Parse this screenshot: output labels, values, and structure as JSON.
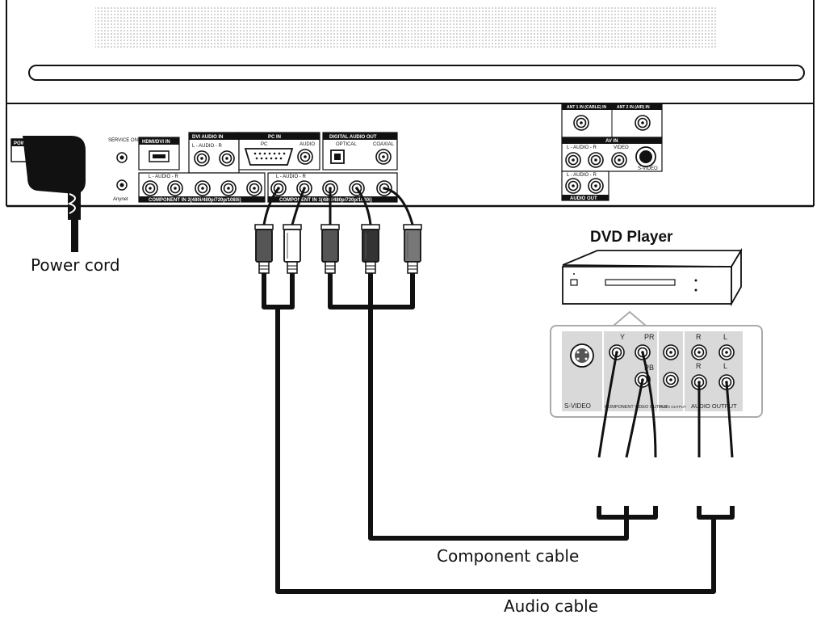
{
  "labels": {
    "power_cord": "Power cord",
    "dvd_player": "DVD Player",
    "component_cable": "Component cable",
    "audio_cable": "Audio cable"
  },
  "tv_panel": {
    "power_in": "POWER IN",
    "service_only": "SERVICE ONLY",
    "anynet": "Anynet",
    "hdmi_dvi_in": "HDMI/DVI IN",
    "dvi_audio_in": "DVI AUDIO IN",
    "audio_lr": "L - AUDIO - R",
    "pc_in": "PC IN",
    "pc": "PC",
    "audio": "AUDIO",
    "digital_audio_out": "DIGITAL AUDIO OUT",
    "optical": "OPTICAL",
    "coaxial": "COAXIAL",
    "component_in_2": "COMPONENT IN 2(480i/480p/720p/1080i)",
    "component_in_1": "COMPONENT IN 1(480i/480p/720p/1080i)",
    "ant1": "ANT 1 IN (CABLE) IN",
    "ant2": "ANT 2 IN (AIR) IN",
    "av_in": "AV IN",
    "video": "VIDEO",
    "s_video": "S-VIDEO",
    "audio_out": "AUDIO OUT"
  },
  "dvd_panel": {
    "y": "Y",
    "pb": "PB",
    "pr": "PR",
    "r": "R",
    "l": "L",
    "s_video": "S-VIDEO",
    "component_video_output": "COMPONENT VIDEO OUTPUT",
    "video_output": "VIDEO OUTPUT",
    "audio_output": "AUDIO OUTPUT"
  }
}
